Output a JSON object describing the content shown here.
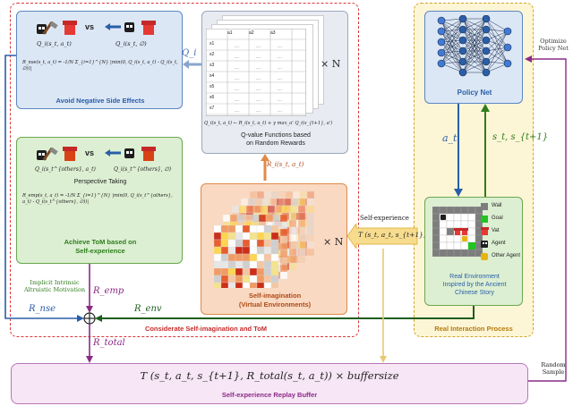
{
  "considerate_label": "Considerate Self-imagination and ToM",
  "real_interaction_label": "Real Interaction Process",
  "nse_panel": {
    "vs": "vs",
    "q_left": "Q_i(s_t, a_t)",
    "q_right": "Q_i(s_t, ∅)",
    "formula": "R_nse(s_t, a_t) = -1/N Σ_{i=1}^{N} |min(0, Q_i(s_t, a_t) - Q_i(s_t, ∅))|",
    "title": "Avoid Negative Side Effects"
  },
  "q_label": "Q_i",
  "qtable": {
    "states": [
      "s1",
      "s2",
      "s3",
      "s4",
      "s5",
      "s6",
      "s7"
    ],
    "actions": [
      "a1",
      "a2",
      "a3"
    ],
    "equation": "Q_i(s_t, a_t) ← R_i(s_t, a_t) + γ max_a' Q_i(s_{t+1}, a')",
    "caption1": "Q-value Functions based",
    "caption2": "on Random Rewards",
    "times_n": "× N"
  },
  "tom_panel": {
    "vs": "vs",
    "q_left": "Q_i(s_t^{others}, a_t)",
    "q_right": "Q_i(s_t^{others}, ∅)",
    "perspective": "Perspective Taking",
    "formula": "R_emp(s_t, a_t) = -1/N Σ_{i=1}^{N} |min(0, Q_i(s_t^{others}, a_t) - Q_i(s_t^{others}, ∅))|",
    "title1": "Achieve ToM based on",
    "title2": "Self-experience"
  },
  "ri_label": "R_i(s_t, a_t)",
  "imagination": {
    "title1": "Self-imagination",
    "title2": "(Virtual Environments)",
    "times_n": "× N"
  },
  "self_experience_label": "Self-experience",
  "transition": "T (s_t, a_t, s_{t+1})",
  "policy_net": {
    "title": "Policy Net"
  },
  "optimize_label": "Optimize Policy Net",
  "action_label": "a_t",
  "state_label": "s_t, s_{t+1}",
  "real_env": {
    "title1": "Real Environment",
    "title2": "Inspired by the Ancient",
    "title3": "Chinese Story",
    "legend": [
      "Wall",
      "Goal",
      "Vat",
      "Agent",
      "Other Agent"
    ]
  },
  "implicit_label1": "Implicit Intrinsic",
  "implicit_label2": "Altruistic Motivation",
  "r_emp": "R_emp",
  "r_nse": "R_nse",
  "r_env": "R_env",
  "r_total": "R_total",
  "buffer": {
    "formula": "T (s_t, a_t, s_{t+1}, R_total(s_t, a_t)) × buffersize",
    "title": "Self-experience Replay Buffer"
  },
  "random_sample_label": "Random Sample",
  "colors": {
    "red_dash": "#d9373d",
    "gold_dash": "#d1a32c",
    "blue": "#2a5ea8",
    "green": "#2f7d1d",
    "orange": "#e08a48",
    "purple": "#8b2a86"
  }
}
